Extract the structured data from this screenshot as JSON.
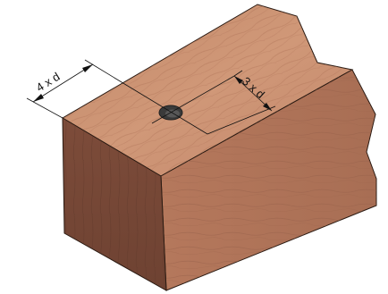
{
  "diagram": {
    "dimensions": [
      {
        "id": "edge-distance",
        "label": "4 x d"
      },
      {
        "id": "spacing",
        "label": "3 x d"
      }
    ],
    "colors": {
      "wood_top": "#c98e6e",
      "wood_front": "#8f5a44",
      "wood_side": "#b0765a",
      "outline": "#2a1a12",
      "hole": "#3a3a3a",
      "dimension_line": "#111111"
    },
    "features": [
      "timber-block",
      "dowel-hole"
    ]
  }
}
